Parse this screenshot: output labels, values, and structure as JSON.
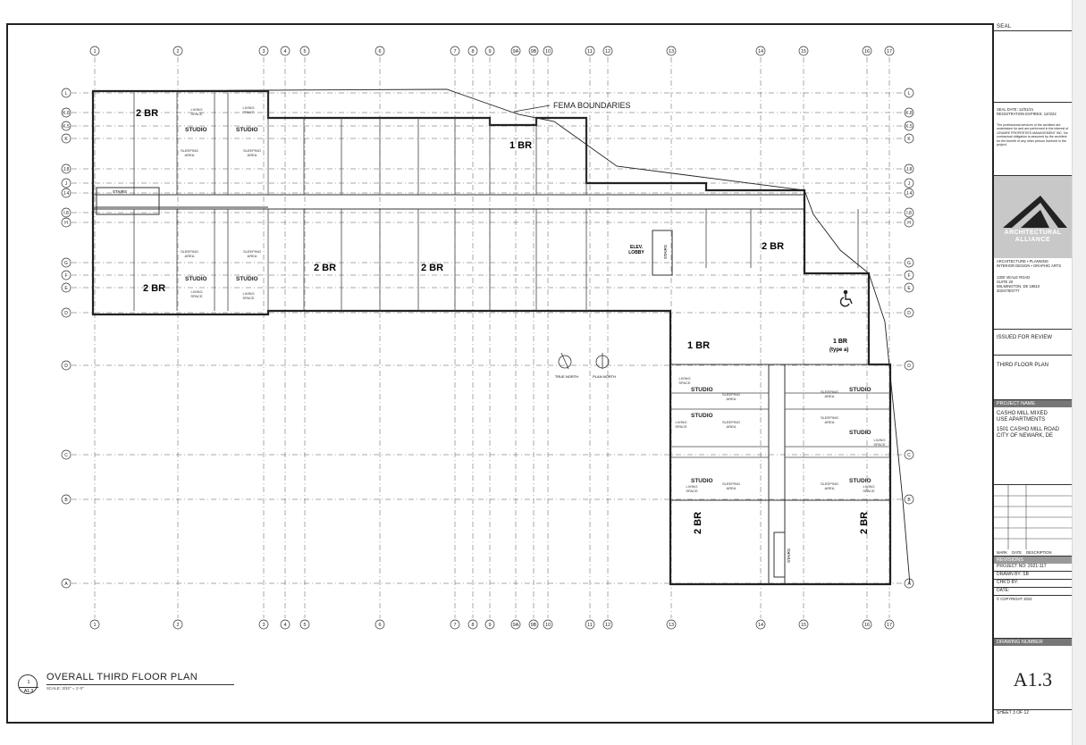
{
  "grid": {
    "columns": [
      "1",
      "2",
      "3",
      "4",
      "5",
      "6",
      "7",
      "8",
      "9",
      "9A",
      "9B",
      "10",
      "11",
      "12",
      "13",
      "14",
      "15",
      "16",
      "17"
    ],
    "rows_left": [
      "L",
      "K.8",
      "K.5",
      "K",
      "J.8",
      "J",
      "J.4",
      "I.8",
      "H",
      "G",
      "F",
      "E",
      "D",
      "D",
      "C",
      "B",
      "A"
    ],
    "rows_right": [
      "L",
      "K.8",
      "K.5",
      "K",
      "J.8",
      "J",
      "J.4",
      "I.8",
      "H",
      "G",
      "F",
      "E",
      "D",
      "D",
      "C",
      "B",
      "A"
    ]
  },
  "plan": {
    "fema_label": "FEMA BOUNDARIES",
    "units": {
      "two_br": "2 BR",
      "one_br": "1 BR",
      "one_br_type_a_line1": "1 BR",
      "one_br_type_a_line2": "(type a)",
      "studio": "STUDIO",
      "living_line1": "LIVING",
      "living_line2": "SPACE",
      "sleeping_line1": "SLEEPING",
      "sleeping_line2": "AREA",
      "elev_lobby_line1": "ELEV.",
      "elev_lobby_line2": "LOBBY",
      "stairs": "STAIRS"
    },
    "north": {
      "true_north": "TRUE NORTH",
      "plan_north": "PLAN NORTH"
    },
    "accessible_icon": "wheelchair-icon"
  },
  "drawing_title": {
    "tag_top": "1",
    "tag_bottom": "A1.3",
    "title": "OVERALL THIRD FLOOR PLAN",
    "scale": "SCALE: 3/32\" = 1'-0\""
  },
  "title_block": {
    "seal_label": "SEAL",
    "seal_date": "SEAL DATE: 12/01/21",
    "registration": "REGISTRATION EXPIRES: 12/4/22",
    "professional_text": "The professional services of the architect are undertaken for and are performed in the interest of LEWARE PROPERTIES MANAGEMENT INC. No contractual obligation is assumed by the architect for the benefit of any other person involved in the project.",
    "firm_line1": "ARCHITECTURAL",
    "firm_line2": "ALLIANCE",
    "firm_services_line1": "ARCHITECTURE • PLANNING",
    "firm_services_line2": "INTERIOR DESIGN • GRAPHIC ARTS",
    "address_line1": "1300 VEALE ROAD",
    "address_line2": "SUITE 20",
    "address_line3": "WILMINGTON, DE 19810",
    "address_line4": "302/478/3777",
    "issued": "ISSUED FOR REVIEW",
    "sheet_title": "THIRD FLOOR PLAN",
    "project_name_label": "PROJECT NAME",
    "project_line1": "CASHO MILL MIXED",
    "project_line2": "USE APARTMENTS",
    "project_line3": "1501 CASHO MILL ROAD",
    "project_line4": "CITY OF NEWARK, DE",
    "mark_label": "MARK",
    "date_label": "DATE",
    "description_label": "DESCRIPTION",
    "revisions_label": "REVISIONS",
    "project_no": "PROJECT NO: 2021-117",
    "drawn_by": "DRAWN BY: SB",
    "chkd_by": "CHK'D BY:",
    "date_field": "DATE:",
    "copyright": "© COPYRIGHT 2022",
    "drawing_number_label": "DRAWING NUMBER",
    "drawing_number": "A1.3",
    "sheet_of": "SHEET 3 OF 12"
  }
}
